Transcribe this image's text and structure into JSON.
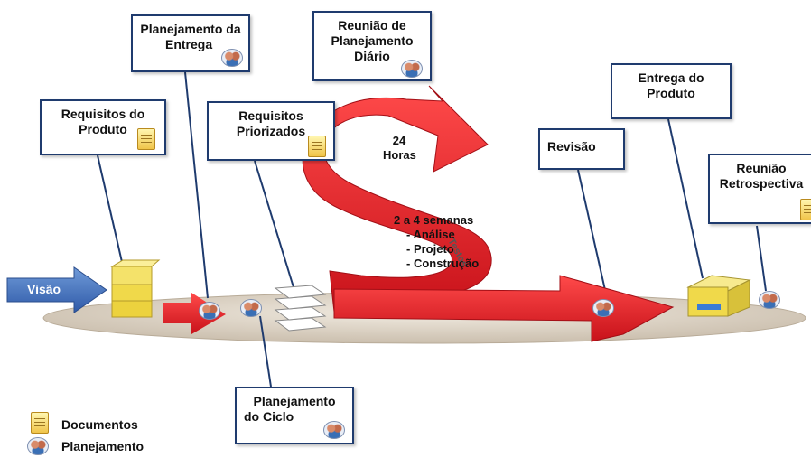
{
  "boxes": {
    "requisitos_produto": [
      "Requisitos do",
      "Produto"
    ],
    "planejamento_entrega": [
      "Planejamento da",
      "Entrega"
    ],
    "reuniao_planejamento": [
      "Reunião de",
      "Planejamento",
      "Diário"
    ],
    "requisitos_priorizados": [
      "Requisitos",
      "Priorizados"
    ],
    "revisao": [
      "Revisão"
    ],
    "entrega_produto": [
      "Entrega do",
      "Produto"
    ],
    "reuniao_retrospectiva": [
      "Reunião",
      "Retrospectiva"
    ],
    "planejamento_ciclo": [
      "Planejamento",
      "do Ciclo"
    ]
  },
  "arrow_labels": {
    "visao": "Visão",
    "horas_24": [
      "24",
      "Horas"
    ],
    "semanas": [
      "2 a 4 semanas",
      "- Análise",
      "- Projeto",
      "- Construção"
    ],
    "testes": "Testes"
  },
  "legend": {
    "documentos": "Documentos",
    "planejamento": "Planejamento"
  },
  "colors": {
    "box_border": "#1f3b6e",
    "red_arrow": "#e8232a",
    "blue_arrow": "#3f6fc0",
    "ellipse": "#d9d0c2"
  },
  "icons": [
    "document-icon",
    "meeting-people-icon"
  ]
}
